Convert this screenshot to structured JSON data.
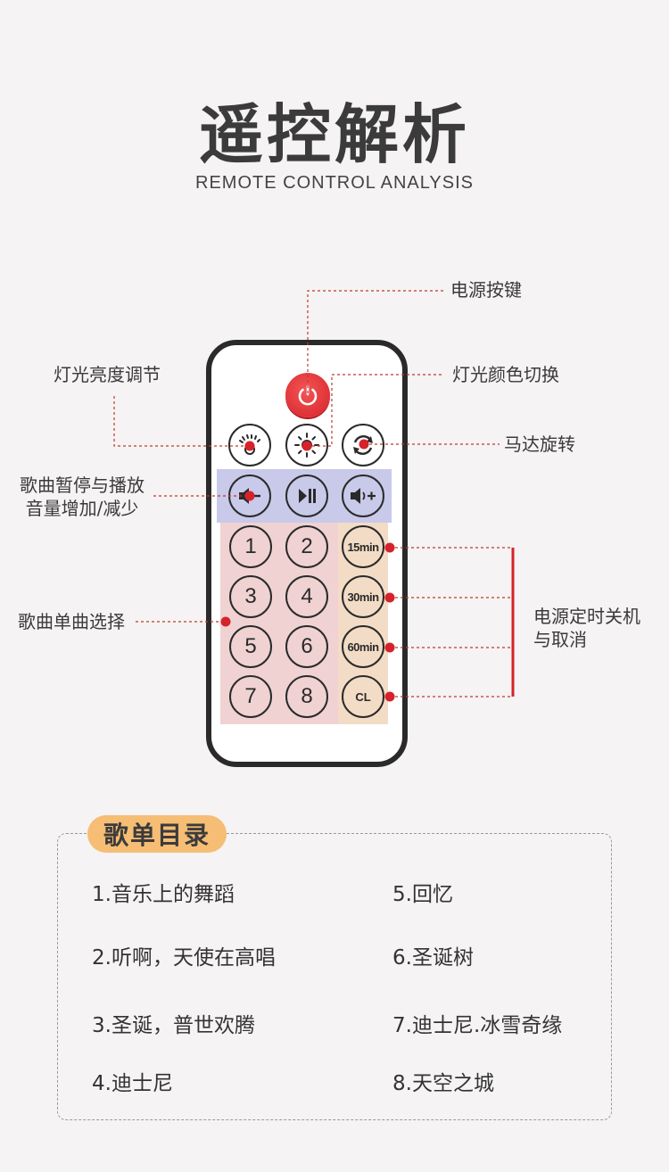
{
  "header": {
    "title": "遥控解析",
    "subtitle": "REMOTE CONTROL ANALYSIS"
  },
  "callouts": {
    "power": "电源按键",
    "brightness": "灯光亮度调节",
    "color": "灯光颜色切换",
    "motor": "马达旋转",
    "music_line1": "歌曲暂停与播放",
    "music_line2": "音量增加/减少",
    "songs": "歌曲单曲选择",
    "timer_line1": "电源定时关机",
    "timer_line2": "与取消"
  },
  "remote": {
    "number_buttons": [
      "1",
      "2",
      "3",
      "4",
      "5",
      "6",
      "7",
      "8"
    ],
    "timer_buttons": [
      "15min",
      "30min",
      "60min",
      "CL"
    ],
    "icons": {
      "power": "power-icon",
      "brightness": "brightness-icon",
      "color": "light-color-icon",
      "motor": "rotate-icon",
      "volume_down": "volume-down-icon",
      "play_pause": "play-pause-icon",
      "volume_up": "volume-up-icon"
    }
  },
  "playlist": {
    "title": "歌单目录",
    "songs": [
      "1.音乐上的舞蹈",
      "2.听啊，天使在高唱",
      "3.圣诞，普世欢腾",
      "4.迪士尼",
      "5.回忆",
      "6.圣诞树",
      "7.迪士尼.冰雪奇缘",
      "8.天空之城"
    ]
  },
  "colors": {
    "accent_red": "#d6222a",
    "callout_line": "#c0392b",
    "tag": "#f6bd74",
    "highlight_blue": "#c9c9ea",
    "highlight_pink": "#f0d2d2",
    "highlight_beige": "#f3dcc6"
  }
}
